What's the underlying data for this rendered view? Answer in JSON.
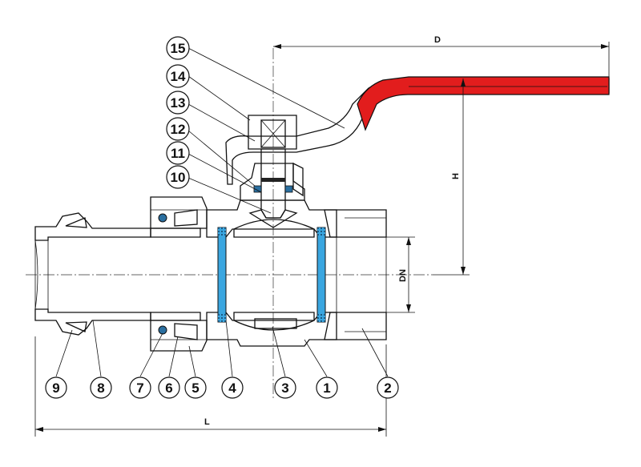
{
  "colors": {
    "brass": "#f5e000",
    "hatch": "#b08a00",
    "seal": "#3aa6e0",
    "handle": "#e21d1d",
    "oring": "#2a6fa0",
    "steel": "#ffffff"
  },
  "dimensions": {
    "length_label": "L",
    "handle_label": "D",
    "height_label": "H",
    "bore_label": "DN"
  },
  "parts": [
    {
      "number": "1"
    },
    {
      "number": "2"
    },
    {
      "number": "3"
    },
    {
      "number": "4"
    },
    {
      "number": "5"
    },
    {
      "number": "6"
    },
    {
      "number": "7"
    },
    {
      "number": "8"
    },
    {
      "number": "9"
    },
    {
      "number": "10"
    },
    {
      "number": "11"
    },
    {
      "number": "12"
    },
    {
      "number": "13"
    },
    {
      "number": "14"
    },
    {
      "number": "15"
    }
  ]
}
